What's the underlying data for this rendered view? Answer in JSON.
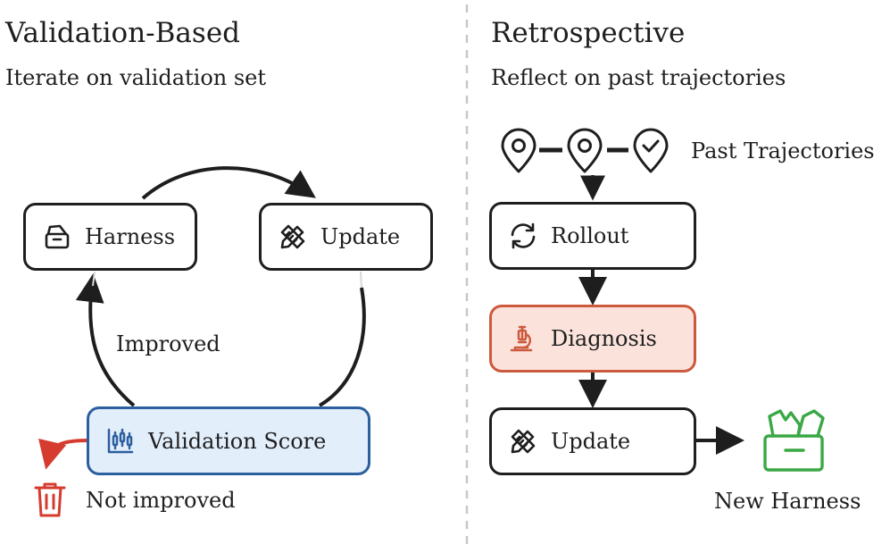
{
  "left_panel": {
    "title": "Validation-Based",
    "subtitle": "Iterate on validation set",
    "nodes": {
      "harness": {
        "label": "Harness",
        "icon": "archive-box-icon"
      },
      "update": {
        "label": "Update",
        "icon": "pencil-ruler-icon"
      },
      "validation_score": {
        "label": "Validation Score",
        "icon": "chart-candlestick-icon"
      }
    },
    "improved_label": "Improved",
    "not_improved_label": "Not improved",
    "discard_icon": "trash-icon"
  },
  "right_panel": {
    "title": "Retrospective",
    "subtitle": "Reflect on past trajectories",
    "trajectories_label": "Past Trajectories",
    "trajectory_icons": [
      "map-pin-icon",
      "map-pin-icon",
      "map-pin-check-icon"
    ],
    "nodes": {
      "rollout": {
        "label": "Rollout",
        "icon": "refresh-icon"
      },
      "diagnosis": {
        "label": "Diagnosis",
        "icon": "microscope-icon"
      },
      "update": {
        "label": "Update",
        "icon": "pencil-ruler-icon"
      }
    },
    "new_harness_label": "New Harness",
    "new_harness_icon": "open-box-icon"
  },
  "colors": {
    "stroke": "#1e1e1e",
    "score_border": "#2c5f9e",
    "score_fill": "#e3eefb",
    "diagnosis_border": "#cc5a3e",
    "diagnosis_fill": "#fbe3dc",
    "discard_red": "#d63b2f",
    "new_harness_green": "#3aa845",
    "divider": "#c8c8c8"
  }
}
